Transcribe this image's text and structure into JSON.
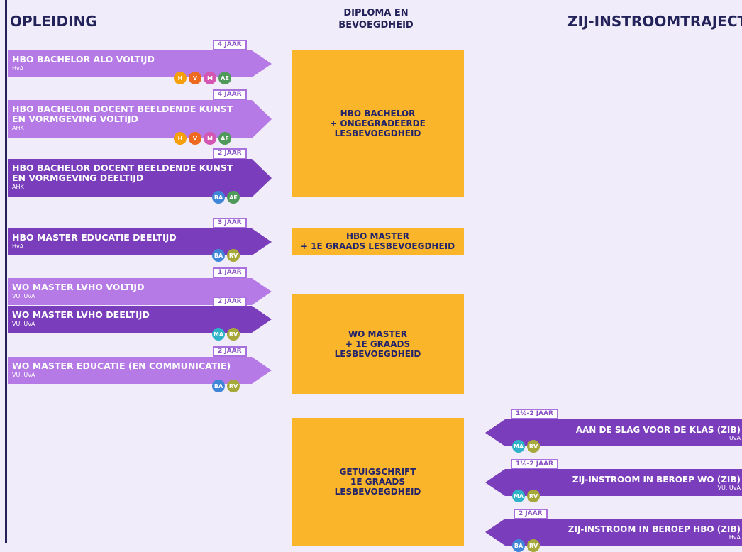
{
  "headers": {
    "left": "OPLEIDING",
    "middle": "DIPLOMA EN\nBEVOEGDHEID",
    "right": "ZIJ-INSTROOMTRAJECT"
  },
  "programs": [
    {
      "title": "HBO BACHELOR ALO VOLTIJD",
      "sub": "HvA",
      "duration": "4 JAAR",
      "badges": [
        "H",
        "V",
        "M",
        "AE"
      ]
    },
    {
      "title": "HBO BACHELOR DOCENT BEELDENDE KUNST EN VORMGEVING VOLTIJD",
      "sub": "AHK",
      "duration": "4 JAAR",
      "badges": [
        "H",
        "V",
        "M",
        "AE"
      ]
    },
    {
      "title": "HBO BACHELOR DOCENT BEELDENDE KUNST EN VORMGEVING DEELTIJD",
      "sub": "AHK",
      "duration": "2 JAAR",
      "badges": [
        "BA",
        "AE"
      ]
    },
    {
      "title": "HBO MASTER EDUCATIE DEELTIJD",
      "sub": "HvA",
      "duration": "3 JAAR",
      "badges": [
        "BA",
        "RV"
      ]
    },
    {
      "title": "WO MASTER LVHO VOLTIJD",
      "sub": "VU, UvA",
      "duration": "1 JAAR",
      "badges": []
    },
    {
      "title": "WO MASTER LVHO DEELTIJD",
      "sub": "VU, UvA",
      "duration": "2 JAAR",
      "badges": [
        "MA",
        "RV"
      ]
    },
    {
      "title": "WO MASTER EDUCATIE (EN COMMUNICATIE)",
      "sub": "VU, UvA",
      "duration": "2 JAAR",
      "badges": [
        "BA",
        "RV"
      ]
    }
  ],
  "outcomes": [
    "HBO BACHELOR\n+ ONGEGRADEERDE\nLESBEVOEGDHEID",
    "HBO MASTER\n+ 1E GRAADS LESBEVOEGDHEID",
    "WO MASTER\n+ 1E GRAADS\nLESBEVOEGDHEID",
    "GETUIGSCHRIFT\n1E GRAADS\nLESBEVOEGDHEID"
  ],
  "side_entries": [
    {
      "title": "AAN DE SLAG VOOR DE KLAS (ZIB)",
      "sub": "UvA",
      "duration": "1½-2 JAAR",
      "badges": [
        "MA",
        "RV"
      ]
    },
    {
      "title": "ZIJ-INSTROOM IN BEROEP WO (ZIB)",
      "sub": "VU, UvA",
      "duration": "1½-2 JAAR",
      "badges": [
        "MA",
        "RV"
      ]
    },
    {
      "title": "ZIJ-INSTROOM IN BEROEP HBO (ZIB)",
      "sub": "HvA",
      "duration": "2 JAAR",
      "badges": [
        "BA",
        "RV"
      ]
    }
  ],
  "badge_colors": {
    "H": "#f59f0b",
    "V": "#ee6a1e",
    "M": "#d456b3",
    "AE": "#4f9a5a",
    "BA": "#3f86d8",
    "MA": "#2fb3c8",
    "RV": "#a6a83a"
  }
}
